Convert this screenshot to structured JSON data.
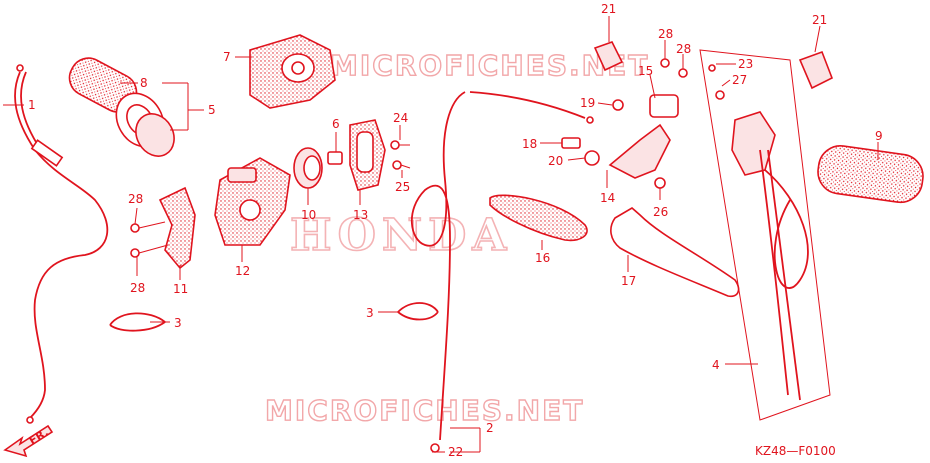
{
  "diagram": {
    "diagram_code": "KZ48—F0100",
    "watermark_text": "MICROFICHES.NET",
    "brand_text": "HONDA",
    "direction_label": "FR.",
    "accent_color": "#e0141e",
    "callouts": [
      {
        "id": "c1",
        "label": "1"
      },
      {
        "id": "c2",
        "label": "2"
      },
      {
        "id": "c3a",
        "label": "3"
      },
      {
        "id": "c3b",
        "label": "3"
      },
      {
        "id": "c4",
        "label": "4"
      },
      {
        "id": "c5",
        "label": "5"
      },
      {
        "id": "c6",
        "label": "6"
      },
      {
        "id": "c7",
        "label": "7"
      },
      {
        "id": "c8",
        "label": "8"
      },
      {
        "id": "c9",
        "label": "9"
      },
      {
        "id": "c10",
        "label": "10"
      },
      {
        "id": "c11",
        "label": "11"
      },
      {
        "id": "c12",
        "label": "12"
      },
      {
        "id": "c13",
        "label": "13"
      },
      {
        "id": "c14",
        "label": "14"
      },
      {
        "id": "c15",
        "label": "15"
      },
      {
        "id": "c16",
        "label": "16"
      },
      {
        "id": "c17",
        "label": "17"
      },
      {
        "id": "c18",
        "label": "18"
      },
      {
        "id": "c19",
        "label": "19"
      },
      {
        "id": "c20",
        "label": "20"
      },
      {
        "id": "c21a",
        "label": "21"
      },
      {
        "id": "c21b",
        "label": "21"
      },
      {
        "id": "c22",
        "label": "22"
      },
      {
        "id": "c23",
        "label": "23"
      },
      {
        "id": "c24",
        "label": "24"
      },
      {
        "id": "c25",
        "label": "25"
      },
      {
        "id": "c26",
        "label": "26"
      },
      {
        "id": "c27",
        "label": "27"
      },
      {
        "id": "c28a",
        "label": "28"
      },
      {
        "id": "c28b",
        "label": "28"
      },
      {
        "id": "c28c",
        "label": "28"
      },
      {
        "id": "c28d",
        "label": "28"
      }
    ]
  }
}
